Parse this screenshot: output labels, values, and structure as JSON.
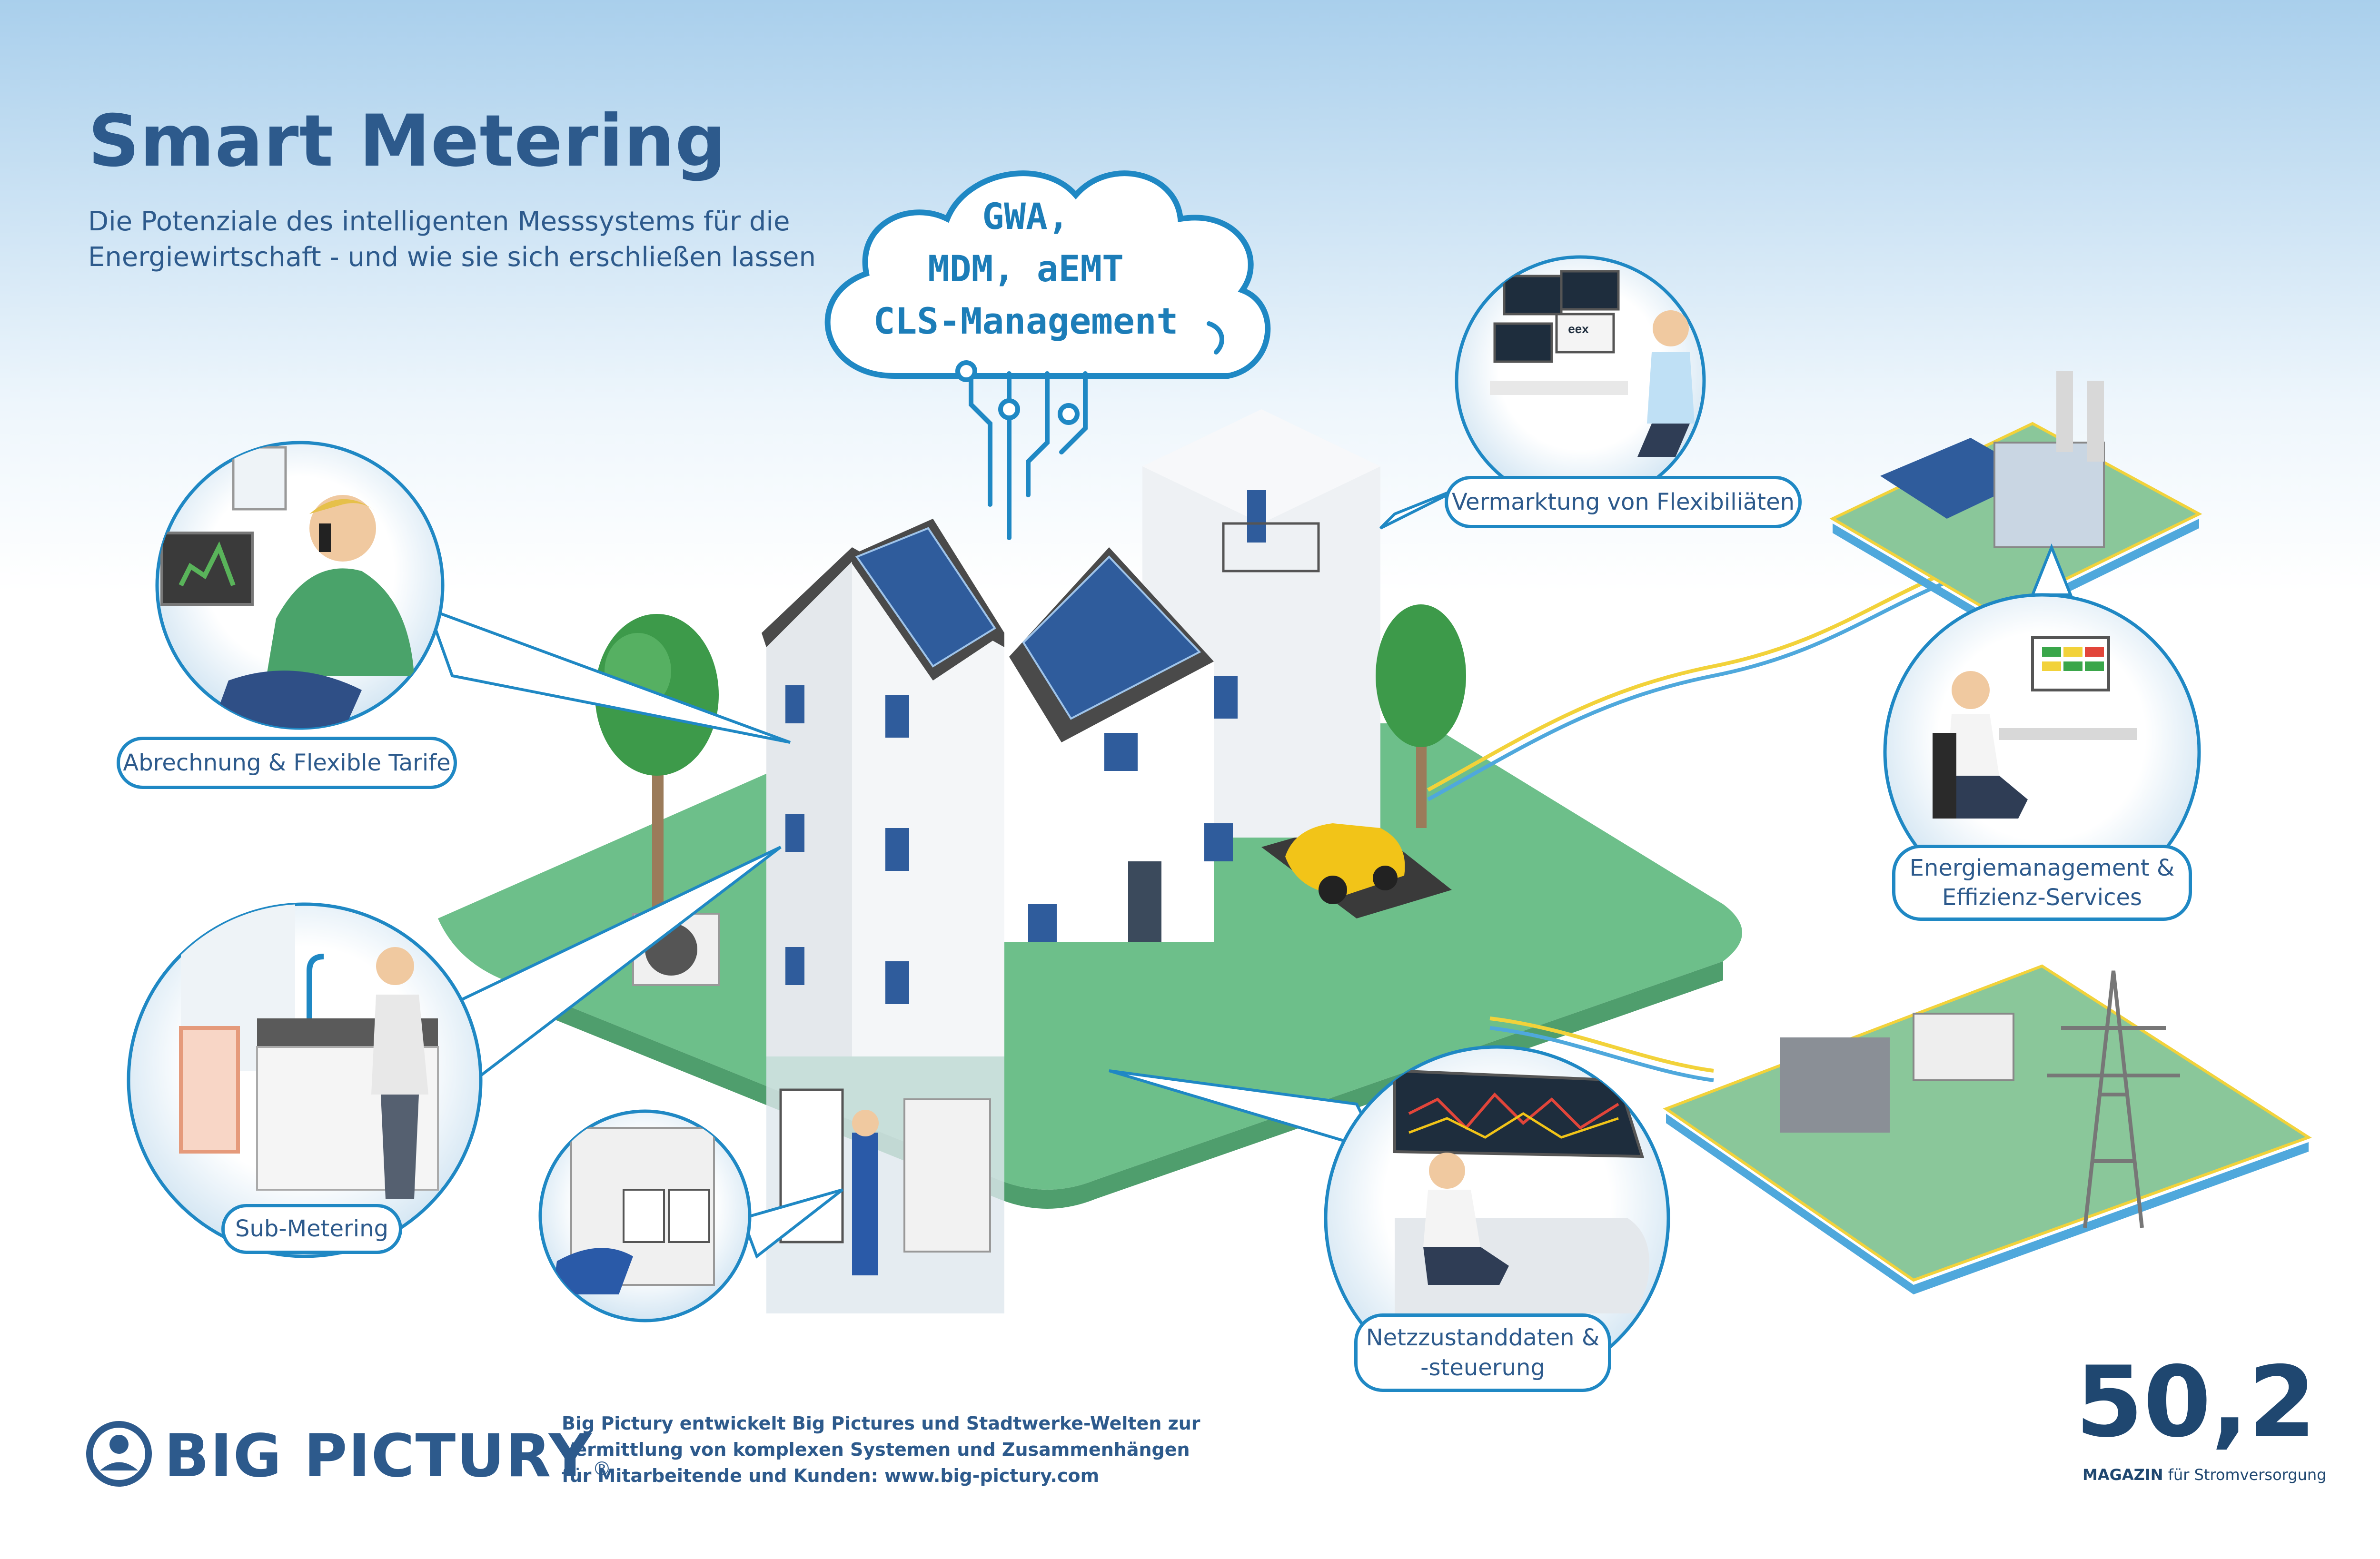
{
  "title": "Smart Metering",
  "subtitle": [
    "Die Potenziale des intelligenten Messsystems für die",
    "Energiewirtschaft - und wie sie sich erschließen lassen"
  ],
  "cloud": {
    "lines": [
      "GWA,",
      "MDM,  aEMT",
      "CLS-Management"
    ]
  },
  "callouts": {
    "billing": [
      "Abrechnung & Flexible Tarife"
    ],
    "submetering": [
      "Sub-Metering"
    ],
    "marketing": [
      "Vermarktung von Flexibiliäten"
    ],
    "energy_mgmt": [
      "Energiemanagement &",
      "Effizienz-Services"
    ],
    "grid": [
      "Netzzustanddaten &",
      "-steuerung"
    ]
  },
  "screen_labels": {
    "trading_screen": "eex"
  },
  "footer": {
    "logo": "BIG PICTURY",
    "registered": "®",
    "lines": [
      "Big Pictury entwickelt Big Pictures und Stadtwerke-Welten zur",
      "Vermittlung von komplexen Systemen und Zusammenhängen",
      "für Mitarbeitende und Kunden: www.big-pictury.com"
    ]
  },
  "magazine": {
    "number": "50,2",
    "label_bold": "MAGAZIN",
    "label_rest": " für Stromversorgung"
  },
  "colors": {
    "title": "#2d5a8c",
    "accent": "#1f88c4",
    "ground": "#6dbf8a",
    "sky": "#b7d6ee",
    "solar": "#2f5c9c",
    "car": "#f2c418",
    "grid_line_yellow": "#f2d23a",
    "grid_line_blue": "#4fa8dc"
  }
}
